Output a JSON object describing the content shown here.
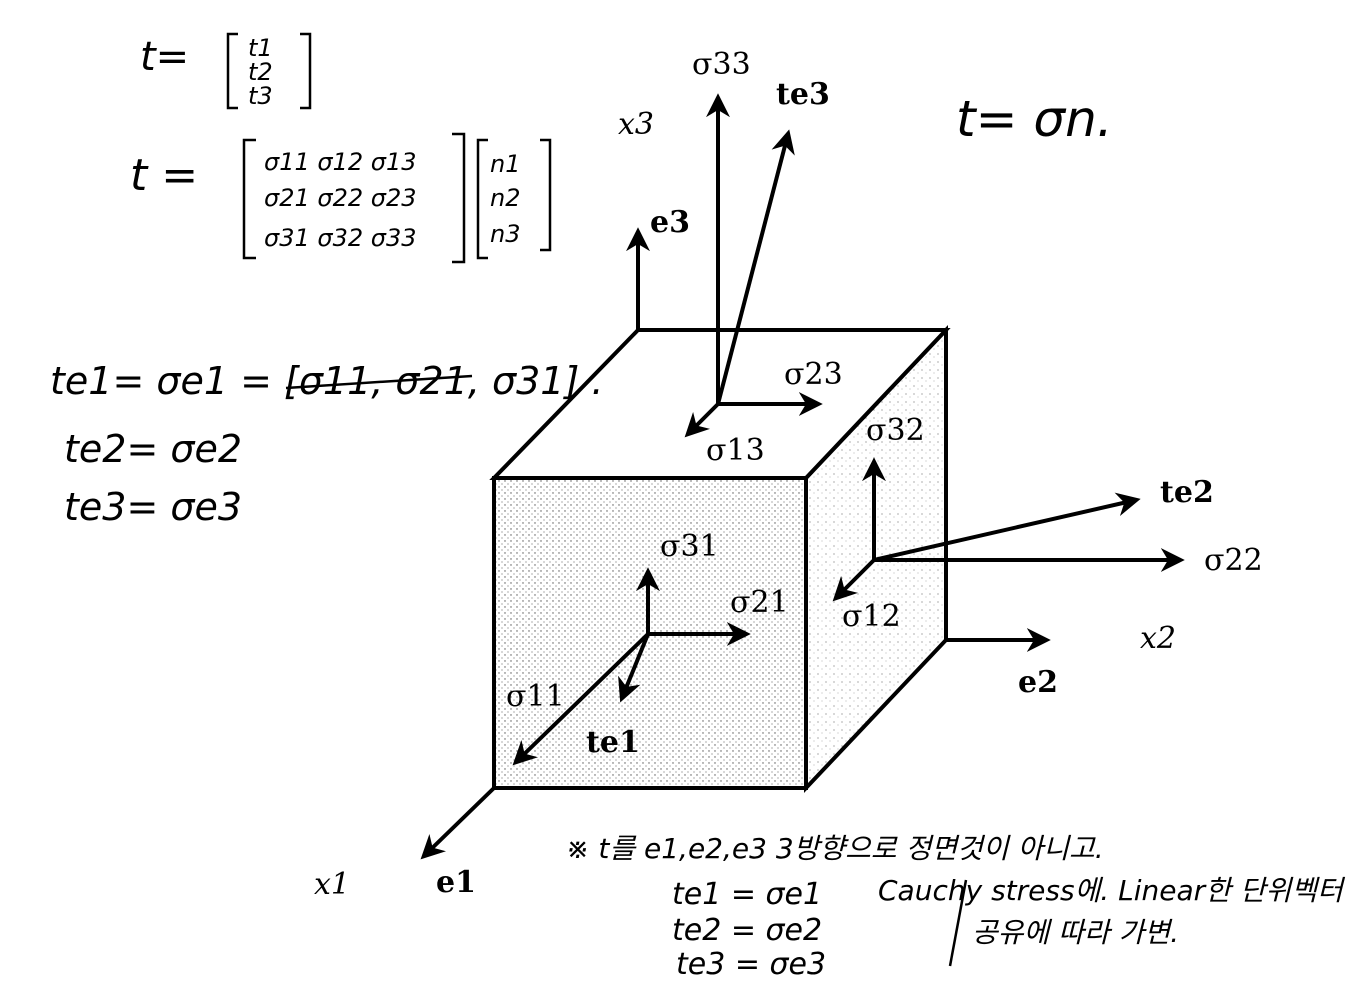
{
  "figure": {
    "axes": {
      "x1": "x1",
      "x2": "x2",
      "x3": "x3"
    },
    "basis": {
      "e1": "e1",
      "e2": "e2",
      "e3": "e3"
    },
    "stress_labels": {
      "s11": "σ11",
      "s12": "σ12",
      "s13": "σ13",
      "s21": "σ21",
      "s22": "σ22",
      "s23": "σ23",
      "s31": "σ31",
      "s32": "σ32",
      "s33": "σ33"
    },
    "traction_labels": {
      "te1": "te1",
      "te2": "te2",
      "te3": "te3"
    }
  },
  "notes": {
    "t_vector": {
      "lhs": "t=",
      "rows": [
        "t1",
        "t2",
        "t3"
      ]
    },
    "t_matrix": {
      "lhs": "t =",
      "rows": [
        "σ11 σ12 σ13",
        "σ21 σ22 σ23",
        "σ31 σ32 σ33"
      ],
      "n_rows": [
        "n1",
        "n2",
        "n3"
      ]
    },
    "t_equals": "t= σn.",
    "te_lines": [
      "te1= σe1 = [σ11, σ21, σ31] .",
      "te2= σe2",
      "te3= σe3"
    ],
    "bottom_remark": "※ t를 e1,e2,e3 3방향으로 정면것이 아니고.",
    "bottom_te": [
      "te1 = σe1",
      "te2 = σe2",
      "te3 = σe3"
    ],
    "cauchy_line1": "Cauchy stress에. Linear한 단위벡터",
    "cauchy_line2": "공유에 따라 가변."
  }
}
